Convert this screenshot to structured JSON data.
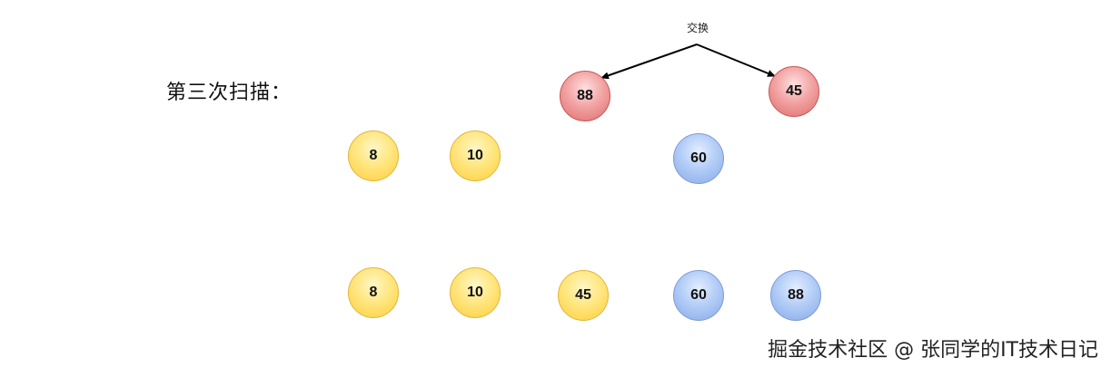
{
  "title": "第三次扫描：",
  "swap_label": "交换",
  "watermark": "掘金技术社区 @ 张同学的IT技术日记",
  "colors": {
    "yellow": "#ffd84a",
    "blue": "#9dbdf0",
    "red": "#ea8585",
    "arrow": "#000000"
  },
  "swap_row": [
    {
      "value": "88",
      "color": "red"
    },
    {
      "value": "45",
      "color": "red"
    }
  ],
  "current_row": [
    {
      "value": "8",
      "color": "yellow"
    },
    {
      "value": "10",
      "color": "yellow"
    },
    {
      "value": "60",
      "color": "blue"
    }
  ],
  "result_row": [
    {
      "value": "8",
      "color": "yellow"
    },
    {
      "value": "10",
      "color": "yellow"
    },
    {
      "value": "45",
      "color": "yellow"
    },
    {
      "value": "60",
      "color": "blue"
    },
    {
      "value": "88",
      "color": "blue"
    }
  ]
}
